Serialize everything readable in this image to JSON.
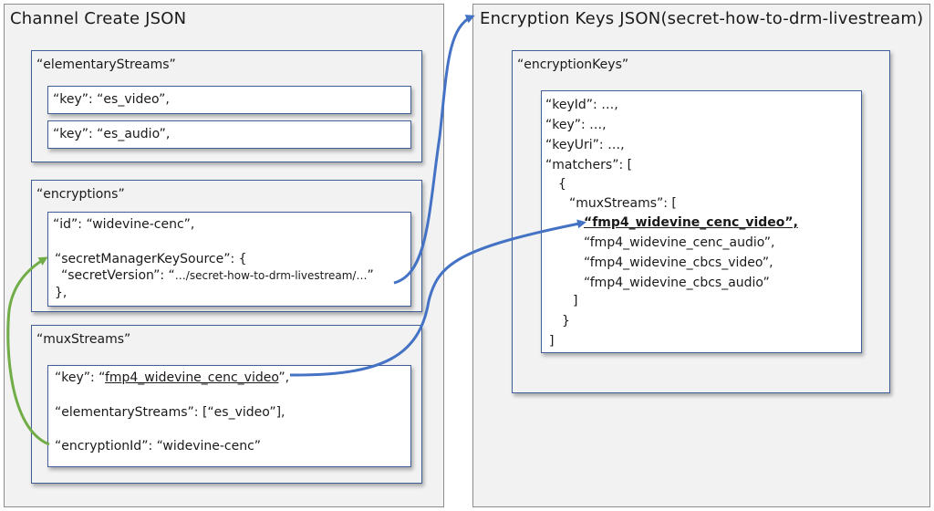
{
  "left_panel": {
    "title": "Channel Create JSON",
    "elementary_streams": {
      "header": "“elementaryStreams”",
      "row1": "“key”: “es_video”,",
      "row2": "“key”: “es_audio”,"
    },
    "encryptions": {
      "header": "“encryptions”",
      "id_line": "“id”: “widevine-cenc”,",
      "smks_line": "“secretManagerKeySource”: {",
      "secret_version_key": "“secretVersion”: “",
      "secret_version_value": "…/secret-how-to-drm-livestream/…",
      "secret_version_end": "”",
      "close_line": "},"
    },
    "mux_streams": {
      "header": "“muxStreams”",
      "key_prefix": "“key”: “",
      "key_value": "fmp4_widevine_cenc_video",
      "key_suffix": "”,",
      "es_line": "“elementaryStreams”: [“es_video”],",
      "enc_id_line": "“encryptionId”: “widevine-cenc”"
    }
  },
  "right_panel": {
    "title": "Encryption Keys JSON(secret-how-to-drm-livestream)",
    "encryption_keys": {
      "header": "“encryptionKeys”",
      "lines": [
        "“keyId”: …,",
        "“key”: …,",
        "“keyUri”: …,",
        "“matchers”: [",
        "{",
        "“muxStreams”: ["
      ],
      "stream_first": "“fmp4_widevine_cenc_video”,",
      "streams_rest": [
        "“fmp4_widevine_cenc_audio”,",
        "“fmp4_widevine_cbcs_video”,",
        "“fmp4_widevine_cbcs_audio”"
      ],
      "closing": [
        "]",
        "}",
        "]"
      ]
    }
  },
  "colors": {
    "blue_arrow": "#4472c4",
    "green_arrow": "#70ad47",
    "box_border": "#3f5f96",
    "panel_bg": "#f2f2f2"
  }
}
